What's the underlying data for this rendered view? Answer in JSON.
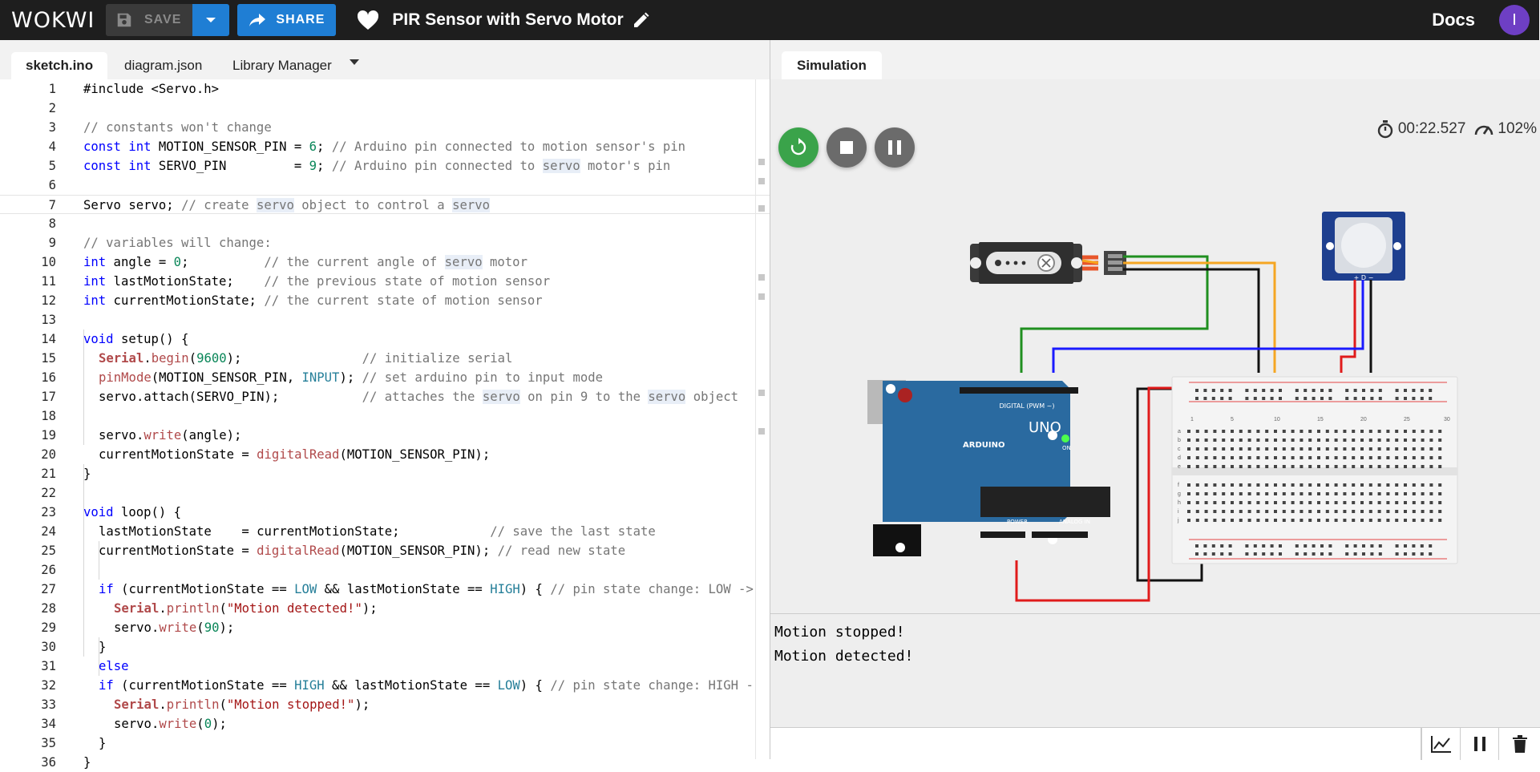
{
  "app": {
    "logo": "WOKWI",
    "save_label": "SAVE",
    "share_label": "SHARE",
    "project_title": "PIR Sensor with Servo Motor",
    "docs_label": "Docs",
    "avatar_initial": "I"
  },
  "editor": {
    "tabs": [
      "sketch.ino",
      "diagram.json",
      "Library Manager"
    ],
    "active_tab": "sketch.ino"
  },
  "code_lines": [
    "1",
    "2",
    "3",
    "4",
    "5",
    "6",
    "7",
    "8",
    "9",
    "10",
    "11",
    "12",
    "13",
    "14",
    "15",
    "16",
    "17",
    "18",
    "19",
    "20",
    "21",
    "22",
    "23",
    "24",
    "25",
    "26",
    "27",
    "28",
    "29",
    "30",
    "31",
    "32",
    "33",
    "34",
    "35",
    "36"
  ],
  "code": {
    "l1": "#include <Servo.h>",
    "l3": "// constants won't change",
    "l4a": "const int",
    "l4b": " MOTION_SENSOR_PIN = ",
    "l4c": "6",
    "l4d": "; ",
    "l4e": "// Arduino pin connected to motion sensor's pin",
    "l5a": "const int",
    "l5b": " SERVO_PIN         = ",
    "l5c": "9",
    "l5d": "; ",
    "l5e1": "// Arduino pin connected to ",
    "l5e2": "servo",
    "l5e3": " motor's pin",
    "l7a": "Servo servo; ",
    "l7b1": "// create ",
    "l7b2": "servo",
    "l7b3": " object to control a ",
    "l7b4": "servo",
    "l9": "// variables will change:",
    "l10a": "int",
    "l10b": " angle = ",
    "l10c": "0",
    "l10d": ";          ",
    "l10e1": "// the current angle of ",
    "l10e2": "servo",
    "l10e3": " motor",
    "l11a": "int",
    "l11b": " lastMotionState;    ",
    "l11c": "// the previous state of motion sensor",
    "l12a": "int",
    "l12b": " currentMotionState; ",
    "l12c": "// the current state of motion sensor",
    "l14a": "void",
    "l14b": " setup() {",
    "l15a": "Serial",
    "l15b": ".",
    "l15c": "begin",
    "l15d": "(",
    "l15e": "9600",
    "l15f": ");                ",
    "l15g": "// initialize serial",
    "l16a": "pinMode",
    "l16b": "(MOTION_SENSOR_PIN, ",
    "l16c": "INPUT",
    "l16d": "); ",
    "l16e": "// set arduino pin to input mode",
    "l17a": "servo.attach(SERVO_PIN);           ",
    "l17b1": "// attaches the ",
    "l17b2": "servo",
    "l17b3": " on pin 9 to the ",
    "l17b4": "servo",
    "l17b5": " object",
    "l19a": "servo.",
    "l19b": "write",
    "l19c": "(angle);",
    "l20a": "currentMotionState = ",
    "l20b": "digitalRead",
    "l20c": "(MOTION_SENSOR_PIN);",
    "l21": "}",
    "l23a": "void",
    "l23b": " loop() {",
    "l24a": "lastMotionState    = currentMotionState;            ",
    "l24b": "// save the last state",
    "l25a": "currentMotionState = ",
    "l25b": "digitalRead",
    "l25c": "(MOTION_SENSOR_PIN); ",
    "l25d": "// read new state",
    "l27a": "if",
    "l27b": " (currentMotionState == ",
    "l27c": "LOW",
    "l27d": " && lastMotionState == ",
    "l27e": "HIGH",
    "l27f": ") { ",
    "l27g": "// pin state change: LOW ->",
    "l28a": "Serial",
    "l28b": ".",
    "l28c": "println",
    "l28d": "(",
    "l28e": "\"Motion detected!\"",
    "l28f": ");",
    "l29a": "servo.",
    "l29b": "write",
    "l29c": "(",
    "l29d": "90",
    "l29e": ");",
    "l30": "}",
    "l31": "else",
    "l32a": "if",
    "l32b": " (currentMotionState == ",
    "l32c": "HIGH",
    "l32d": " && lastMotionState == ",
    "l32e": "LOW",
    "l32f": ") { ",
    "l32g": "// pin state change: HIGH -",
    "l33a": "Serial",
    "l33b": ".",
    "l33c": "println",
    "l33d": "(",
    "l33e": "\"Motion stopped!\"",
    "l33f": ");",
    "l34a": "servo.",
    "l34b": "write",
    "l34c": "(",
    "l34d": "0",
    "l34e": ");",
    "l35": "}",
    "l36": "}"
  },
  "simulation": {
    "tab_label": "Simulation",
    "timer": "00:22.527",
    "speed": "102%",
    "arduino_label": "UNO",
    "arduino_brand": "ARDUINO",
    "digital_label": "DIGITAL (PWM ~)",
    "analog_label": "ANALOG IN",
    "power_label": "POWER",
    "on_label": "ON",
    "pir_label": "+ D −",
    "bb_numbers": [
      "1",
      "5",
      "10",
      "15",
      "20",
      "25",
      "30"
    ],
    "bb_rows_top": [
      "a",
      "b",
      "c",
      "d",
      "e"
    ],
    "bb_rows_bottom": [
      "f",
      "g",
      "h",
      "i",
      "j"
    ]
  },
  "serial_monitor": {
    "lines": [
      "Motion stopped!",
      "Motion detected!"
    ],
    "input_placeholder": ""
  },
  "colors": {
    "accent": "#1f7ed4",
    "topbar": "#1e1e1e",
    "restart": "#3aa34a",
    "control_gray": "#6b6b6b",
    "arduino_blue": "#2a6aa0",
    "wire_green": "#1f8f1f",
    "wire_blue": "#1a1aff",
    "wire_orange": "#f5a623",
    "wire_red": "#e01b1b",
    "wire_black": "#111111"
  }
}
